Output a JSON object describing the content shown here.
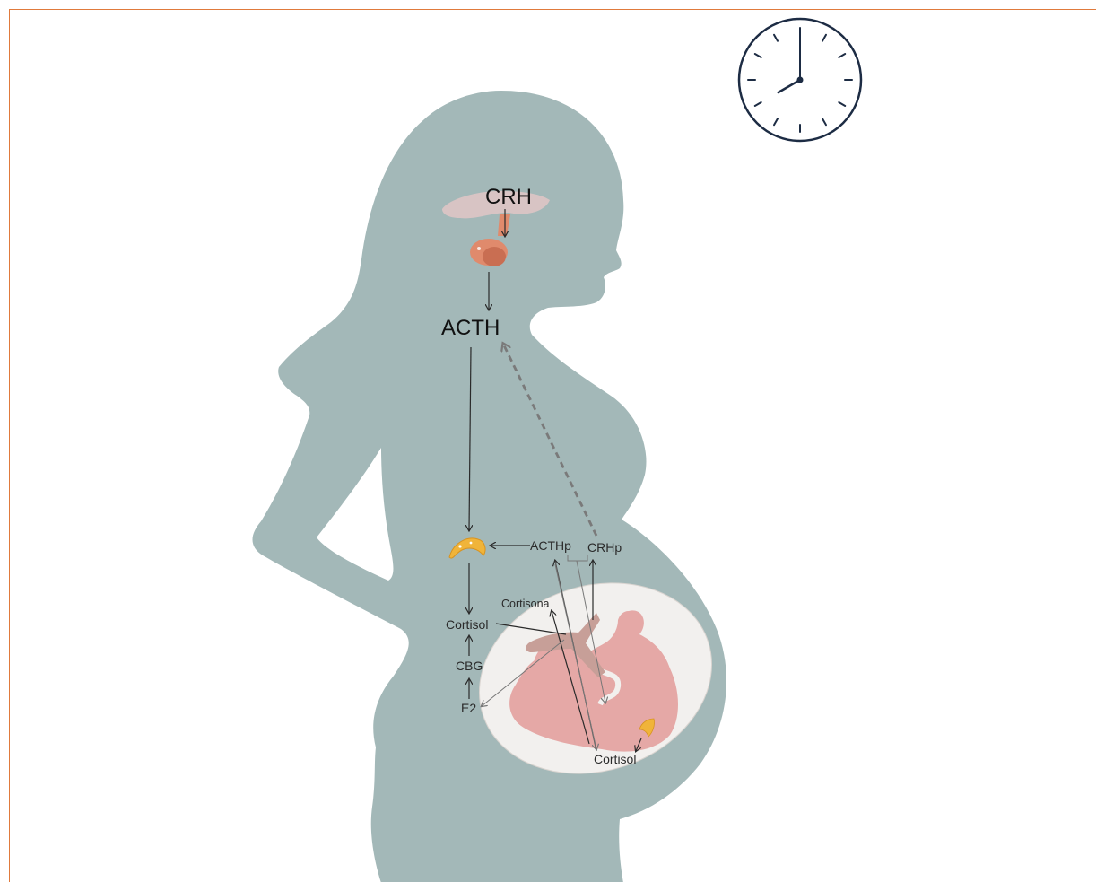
{
  "labels": {
    "crh": "CRH",
    "acth": "ACTH",
    "acthp": "ACTHp",
    "crhp": "CRHp",
    "cortisol_maternal": "Cortisol",
    "cortisona": "Cortisona",
    "cbg": "CBG",
    "e2": "E2",
    "cortisol_fetal": "Cortisol"
  },
  "clock": {
    "hour": 8,
    "minute": 0
  },
  "colors": {
    "frame_border": "#e07a3c",
    "silhouette": "#a3b8b8",
    "uterus": "#f2f0ee",
    "fetus": "#e5a8a6",
    "placenta": "#c79f98",
    "adrenal": "#f0b43a",
    "pituitary": "#e08a6c",
    "hypothalamus": "#d8c4c4",
    "clock_stroke": "#1d2c44"
  }
}
